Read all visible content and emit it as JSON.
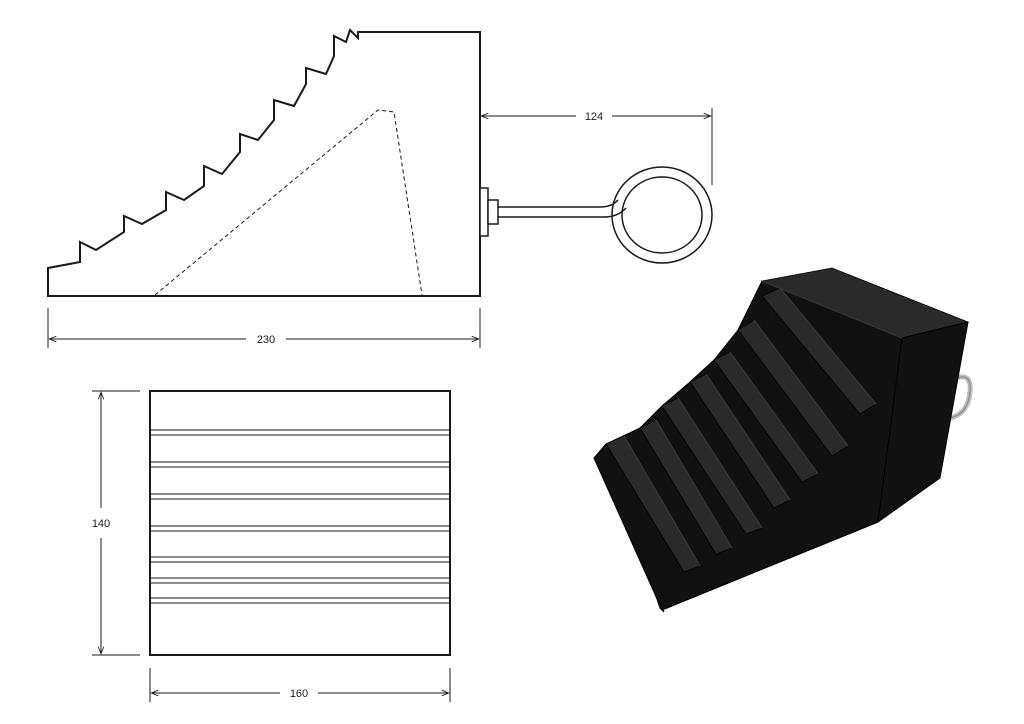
{
  "side_view": {
    "length_label": "230",
    "loop_offset_label": "124"
  },
  "top_view": {
    "height_label": "140",
    "width_label": "160"
  },
  "colors": {
    "line": "#1a1a1a",
    "rubber": "#111111",
    "eye_bolt": "#c8c8c8"
  }
}
